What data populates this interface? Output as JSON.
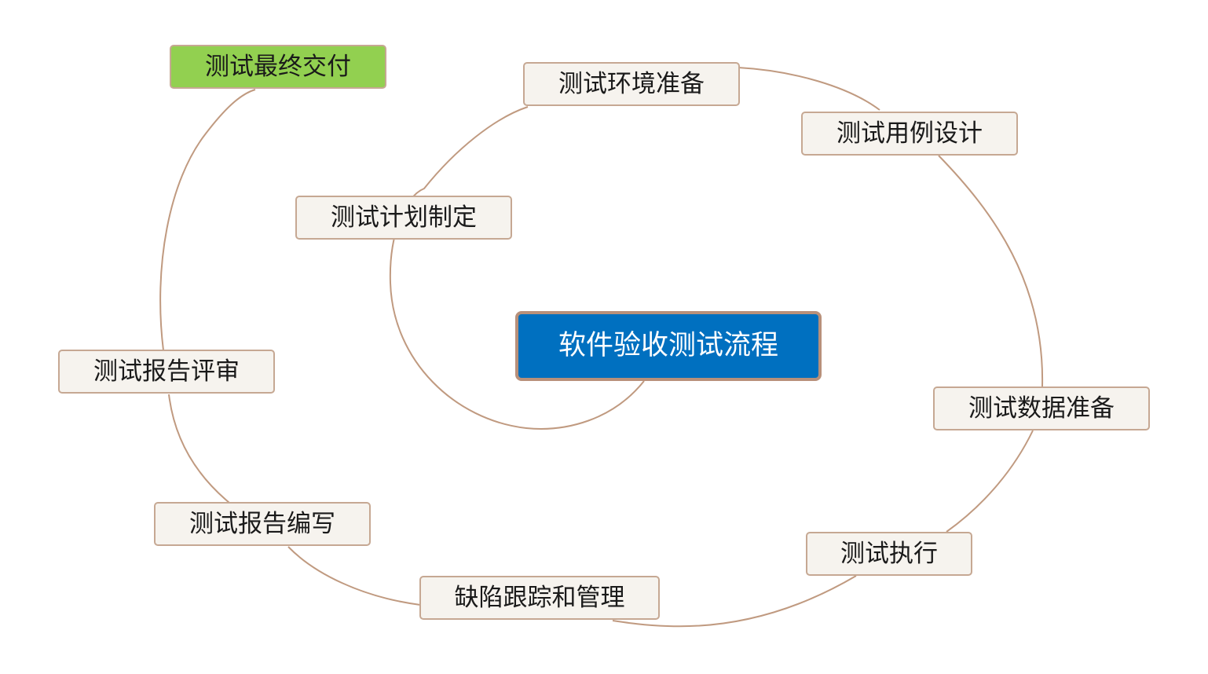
{
  "center": {
    "label": "软件验收测试流程"
  },
  "steps": [
    {
      "id": "plan",
      "label": "测试计划制定"
    },
    {
      "id": "env",
      "label": "测试环境准备"
    },
    {
      "id": "case",
      "label": "测试用例设计"
    },
    {
      "id": "data",
      "label": "测试数据准备"
    },
    {
      "id": "exec",
      "label": "测试执行"
    },
    {
      "id": "defect",
      "label": "缺陷跟踪和管理"
    },
    {
      "id": "write",
      "label": "测试报告编写"
    },
    {
      "id": "review",
      "label": "测试报告评审"
    },
    {
      "id": "deliver",
      "label": "测试最终交付"
    }
  ],
  "colors": {
    "connector": "#c09a80",
    "node_fill": "#f6f3ee",
    "node_border": "#c6a893",
    "center_fill": "#0070c0",
    "center_border": "#b8907a",
    "final_fill": "#92d050"
  }
}
